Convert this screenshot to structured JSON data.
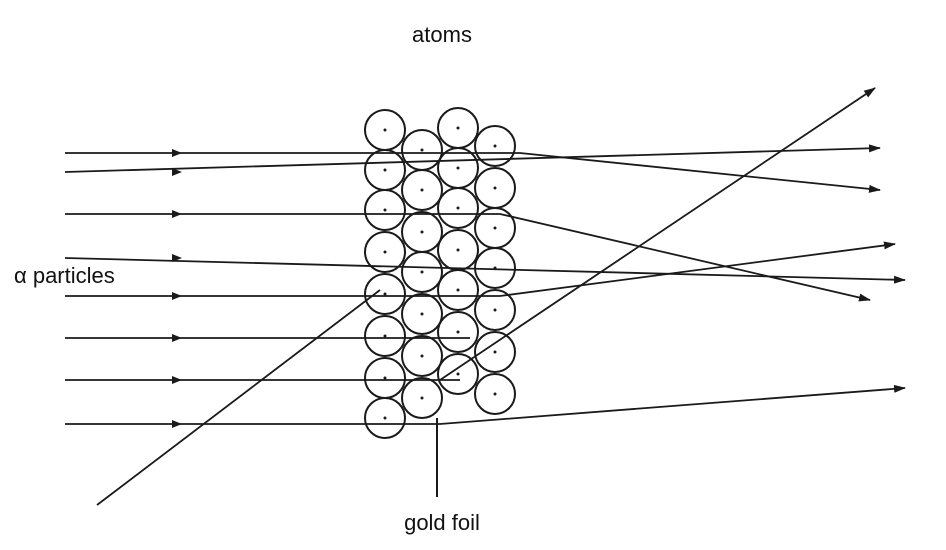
{
  "labels": {
    "atoms": "atoms",
    "particles": "α particles",
    "foil": "gold foil"
  },
  "colors": {
    "ink": "#1a1a1a",
    "background": "#ffffff"
  }
}
